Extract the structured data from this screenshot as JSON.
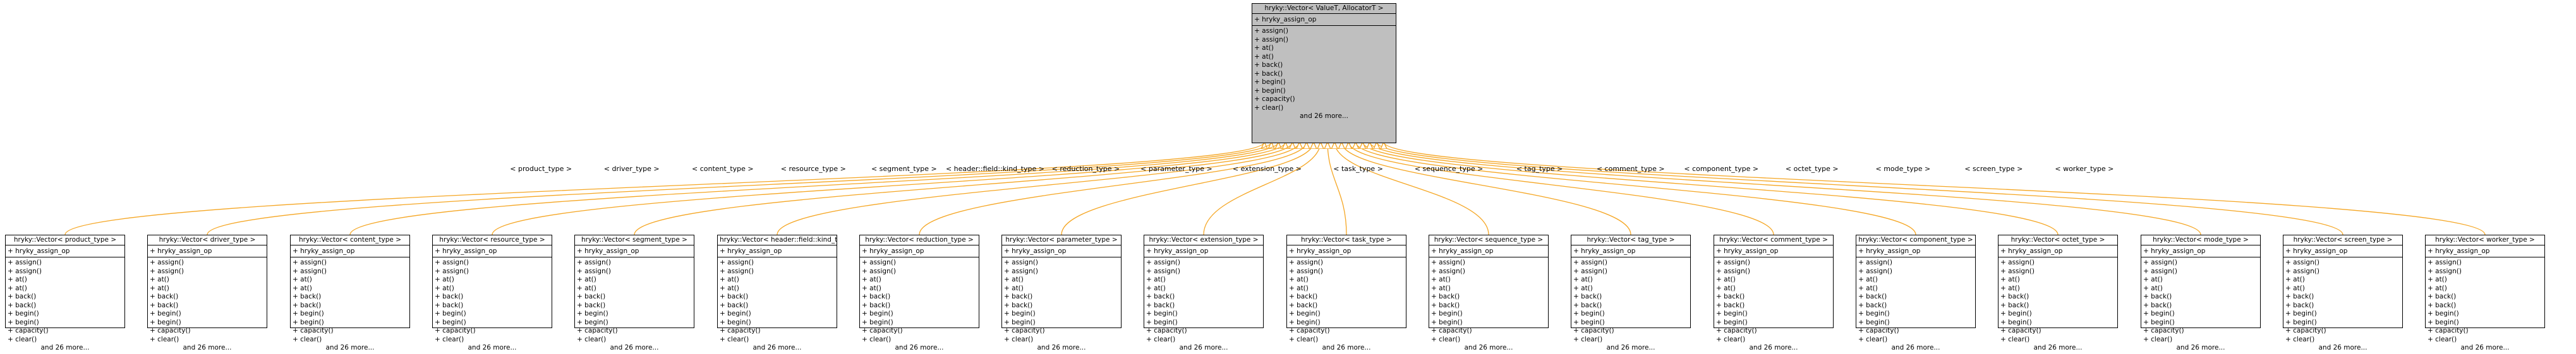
{
  "colors": {
    "edge": "#f5a623",
    "base_fill": "#bfbfbf",
    "node_fill": "#ffffff",
    "border": "#000000"
  },
  "base": {
    "title": "hryky::Vector< ValueT, AllocatorT >",
    "attribute": "+ hryky_assign_op",
    "operations": [
      "+ assign()",
      "+ assign()",
      "+ at()",
      "+ at()",
      "+ back()",
      "+ back()",
      "+ begin()",
      "+ begin()",
      "+ capacity()",
      "+ clear()"
    ],
    "more": "and 26 more..."
  },
  "derived_common": {
    "attribute": "+ hryky_assign_op",
    "operations": [
      "+ assign()",
      "+ assign()",
      "+ at()",
      "+ at()",
      "+ back()",
      "+ back()",
      "+ begin()",
      "+ begin()",
      "+ capacity()",
      "+ clear()"
    ],
    "more": "and 26 more..."
  },
  "derived": [
    {
      "title": "hryky::Vector< product_type >",
      "edge_label": "< product_type >"
    },
    {
      "title": "hryky::Vector< driver_type >",
      "edge_label": "< driver_type >"
    },
    {
      "title": "hryky::Vector< content_type >",
      "edge_label": "< content_type >"
    },
    {
      "title": "hryky::Vector< resource_type >",
      "edge_label": "< resource_type >"
    },
    {
      "title": "hryky::Vector< segment_type >",
      "edge_label": "< segment_type >"
    },
    {
      "title": "hryky::Vector< header::field::kind_type >",
      "edge_label": "< header::field::kind_type >"
    },
    {
      "title": "hryky::Vector< reduction_type >",
      "edge_label": "< reduction_type >"
    },
    {
      "title": "hryky::Vector< parameter_type >",
      "edge_label": "< parameter_type >"
    },
    {
      "title": "hryky::Vector< extension_type >",
      "edge_label": "< extension_type >"
    },
    {
      "title": "hryky::Vector< task_type >",
      "edge_label": "< task_type >"
    },
    {
      "title": "hryky::Vector< sequence_type >",
      "edge_label": "< sequence_type >"
    },
    {
      "title": "hryky::Vector< tag_type >",
      "edge_label": "< tag_type >"
    },
    {
      "title": "hryky::Vector< comment_type >",
      "edge_label": "< comment_type >"
    },
    {
      "title": "hryky::Vector< component_type >",
      "edge_label": "< component_type >"
    },
    {
      "title": "hryky::Vector< octet_type >",
      "edge_label": "< octet_type >"
    },
    {
      "title": "hryky::Vector< mode_type >",
      "edge_label": "< mode_type >"
    },
    {
      "title": "hryky::Vector< screen_type >",
      "edge_label": "< screen_type >"
    },
    {
      "title": "hryky::Vector< worker_type >",
      "edge_label": "< worker_type >"
    }
  ]
}
